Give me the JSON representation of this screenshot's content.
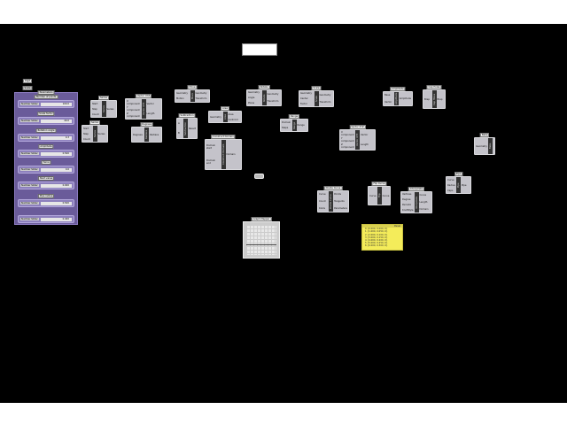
{
  "title": "",
  "slider_group": {
    "label": "Parameters",
    "sliders": [
      {
        "label": "Number of points",
        "name": "Number Slider",
        "value": "100.0"
      },
      {
        "label": "Scale factor",
        "name": "Number Slider",
        "value": "40.0"
      },
      {
        "label": "Rotation angle",
        "name": "Number Slider",
        "value": "0.3"
      },
      {
        "label": "Amplitude",
        "name": "Number Slider",
        "value": "0.500"
      },
      {
        "label": "Turns",
        "name": "Number Slider",
        "value": "0.6"
      },
      {
        "label": "Start value",
        "name": "Number Slider",
        "value": "0.000"
      },
      {
        "label": "Pipe radius",
        "name": "Number Slider",
        "value": "0.500"
      },
      {
        "label": "",
        "name": "Number Slider",
        "value": "0.400"
      }
    ]
  },
  "top_left": {
    "digit_label": "Digit",
    "scale_label": "Scale"
  },
  "components": [
    {
      "nick": "Series",
      "name": "Series",
      "inputs": [
        "Start",
        "Step",
        "Count"
      ],
      "outputs": [
        "Series"
      ]
    },
    {
      "nick": "Series",
      "name": "Series",
      "inputs": [
        "Start",
        "Step",
        "Count"
      ],
      "outputs": [
        "Series"
      ]
    },
    {
      "nick": "Vector XYZ",
      "name": "Vector XYZ",
      "inputs": [
        "X component",
        "Y component",
        "Z component"
      ],
      "outputs": [
        "Vector",
        "Length"
      ]
    },
    {
      "nick": "Degrees",
      "name": "Radians",
      "inputs": [
        "Degrees"
      ],
      "outputs": [
        "Radians"
      ]
    },
    {
      "nick": "Subtraction",
      "name": "Subtraction",
      "inputs": [
        "A",
        "B"
      ],
      "outputs": [
        "Result"
      ]
    },
    {
      "nick": "Move",
      "name": "Move",
      "inputs": [
        "Geometry",
        "Motion"
      ],
      "outputs": [
        "Geometry",
        "Transform"
      ]
    },
    {
      "nick": "Area",
      "name": "Area",
      "inputs": [
        "Geometry"
      ],
      "outputs": [
        "Area",
        "Centroid"
      ]
    },
    {
      "nick": "Construct Domain",
      "name": "Construct Domain",
      "inputs": [
        "Domain start",
        "Domain end"
      ],
      "outputs": [
        "Domain"
      ]
    },
    {
      "nick": "Rotate",
      "name": "Rotate",
      "inputs": [
        "Geometry",
        "Angle",
        "Plane"
      ],
      "outputs": [
        "Geometry",
        "Transform"
      ]
    },
    {
      "nick": "Range",
      "name": "Range",
      "inputs": [
        "Domain",
        "Steps"
      ],
      "outputs": [
        "Range"
      ]
    },
    {
      "nick": "Scale",
      "name": "Scale",
      "inputs": [
        "Geometry",
        "Center",
        "Factor"
      ],
      "outputs": [
        "Geometry",
        "Transform"
      ]
    },
    {
      "nick": "Vector XYZ",
      "name": "Vector XYZ",
      "inputs": [
        "X component",
        "Y component",
        "Z component"
      ],
      "outputs": [
        "Vector",
        "Length"
      ]
    },
    {
      "nick": "Amplitude",
      "name": "Amplitude",
      "inputs": [
        "Base",
        "Vector"
      ],
      "outputs": [
        "Amplitude"
      ]
    },
    {
      "nick": "Cap Holes",
      "name": "Cap Holes",
      "inputs": [
        "Brep"
      ],
      "outputs": [
        "Brep"
      ]
    },
    {
      "nick": "Divide Curve",
      "name": "Divide Curve",
      "inputs": [
        "Curve",
        "Count",
        "Kinks"
      ],
      "outputs": [
        "Points",
        "Tangents",
        "Parameters"
      ]
    },
    {
      "nick": "Flip Curve",
      "name": "Flip",
      "inputs": [
        "Curve"
      ],
      "outputs": [
        "Curve"
      ]
    },
    {
      "nick": "Interpolate",
      "name": "Interpolate",
      "inputs": [
        "Vertices",
        "Degree",
        "Periodic",
        "KnotStyle"
      ],
      "outputs": [
        "Curve",
        "Length",
        "Domain"
      ]
    },
    {
      "nick": "Pipe",
      "name": "Pipe",
      "inputs": [
        "Curve",
        "Radius",
        "Caps"
      ],
      "outputs": [
        "Pipe"
      ]
    },
    {
      "nick": "Bake",
      "name": "Bake",
      "inputs": [
        "Geometry"
      ],
      "outputs": [
        ""
      ]
    }
  ],
  "graph_mapper": {
    "label": "Graph Mapper"
  },
  "panel": {
    "title": "Panel",
    "lines": [
      "0 {0.000, 0.000, 0}",
      "1 {1.000, 0.050, 0}",
      "2 {2.000, 0.100, 0}",
      "3 {3.000, 0.150, 0}",
      "4 {4.000, 0.200, 0}",
      "5 {5.000, 0.250, 0}",
      "6 {6.000, 0.300, 0}"
    ]
  }
}
